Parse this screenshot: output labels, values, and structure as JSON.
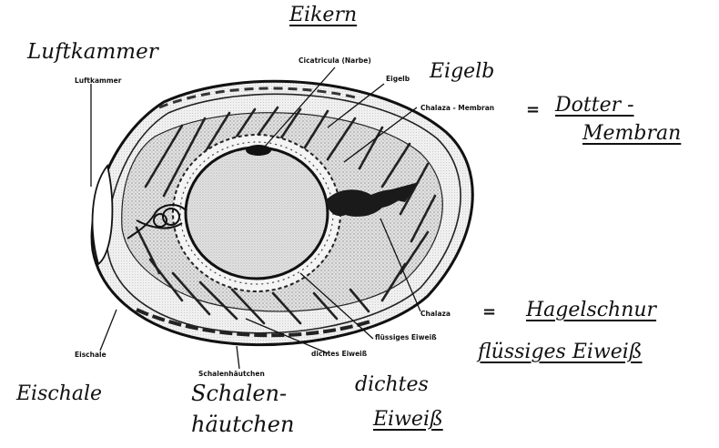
{
  "handwritten": {
    "title": "Eikern",
    "air_cell": "Luftkammer",
    "yolk": "Eigelb",
    "yolk_membrane_1": "Dotter -",
    "yolk_membrane_2": "Membran",
    "chalaza": "Hagelschnur",
    "liquid_albumen": "flüssiges Eiweiß",
    "dense_albumen_1": "dichtes",
    "dense_albumen_2": "Eiweiß",
    "shell_membranes_1": "Schalen-",
    "shell_membranes_2": "häutchen",
    "shell": "Eischale"
  },
  "printed": {
    "blastodisc": "Cicatricula (Narbe)",
    "air_cell": "Luftkammer",
    "yolk": "Eigelb",
    "chalaza_membrane": "Chalaza - Membran",
    "chalaza": "Chalaza",
    "liquid_albumen": "flüssiges Eiweiß",
    "dense_albumen": "dichtes Eiweiß",
    "shell_membranes": "Schalenhäutchen",
    "shell": "Eischale"
  },
  "symbols": {
    "equals_1": "=",
    "equals_2": "="
  }
}
